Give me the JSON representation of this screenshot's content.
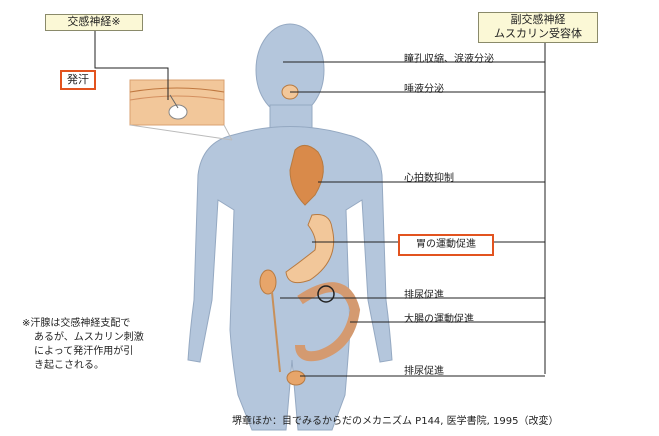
{
  "sympathetic": {
    "title": "交感神経※"
  },
  "parasympathetic": {
    "line1": "副交感神経",
    "line2": "ムスカリン受容体"
  },
  "sweat_label": "発汗",
  "targets": [
    {
      "label": "瞳孔収縮、涙液分泌"
    },
    {
      "label": "唾液分泌"
    },
    {
      "label": "心拍数抑制"
    },
    {
      "label": "胃の運動促進"
    },
    {
      "label": "排尿促進"
    },
    {
      "label": "大腸の運動促進"
    },
    {
      "label": "排尿促進"
    }
  ],
  "footnote": [
    "※汗腺は交感神経支配で",
    "あるが、ムスカリン刺激",
    "によって発汗作用が引",
    "き起こされる。"
  ],
  "source": "堺章ほか：目でみるからだのメカニズム  P144, 医学書院, 1995（改変）",
  "colors": {
    "body": "#b4c6dc",
    "accent": "#e2531f",
    "box": "#fbf8d6",
    "organ": "#f2c79a"
  }
}
